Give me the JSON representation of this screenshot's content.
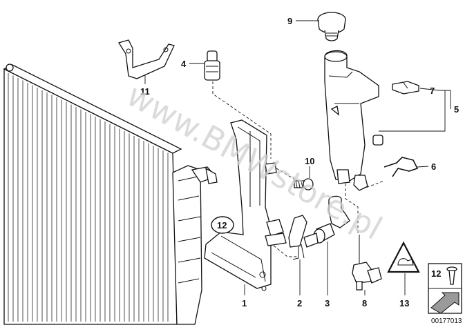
{
  "watermark": "www.BMWstore.pl",
  "callouts": {
    "c1": "1",
    "c2": "2",
    "c3": "3",
    "c4": "4",
    "c5": "5",
    "c6": "6",
    "c7": "7",
    "c8": "8",
    "c9": "9",
    "c10": "10",
    "c11": "11",
    "c12_circled": "12",
    "c12_legend": "12",
    "c13": "13"
  },
  "reference_number": "00177013",
  "icons": {
    "radiator": "radiator-icon",
    "expansion_tank": "expansion-tank-icon",
    "cap": "radiator-cap-icon",
    "warning": "hot-coolant-warning-triangle-icon",
    "arrow": "arrow-legend-icon"
  }
}
